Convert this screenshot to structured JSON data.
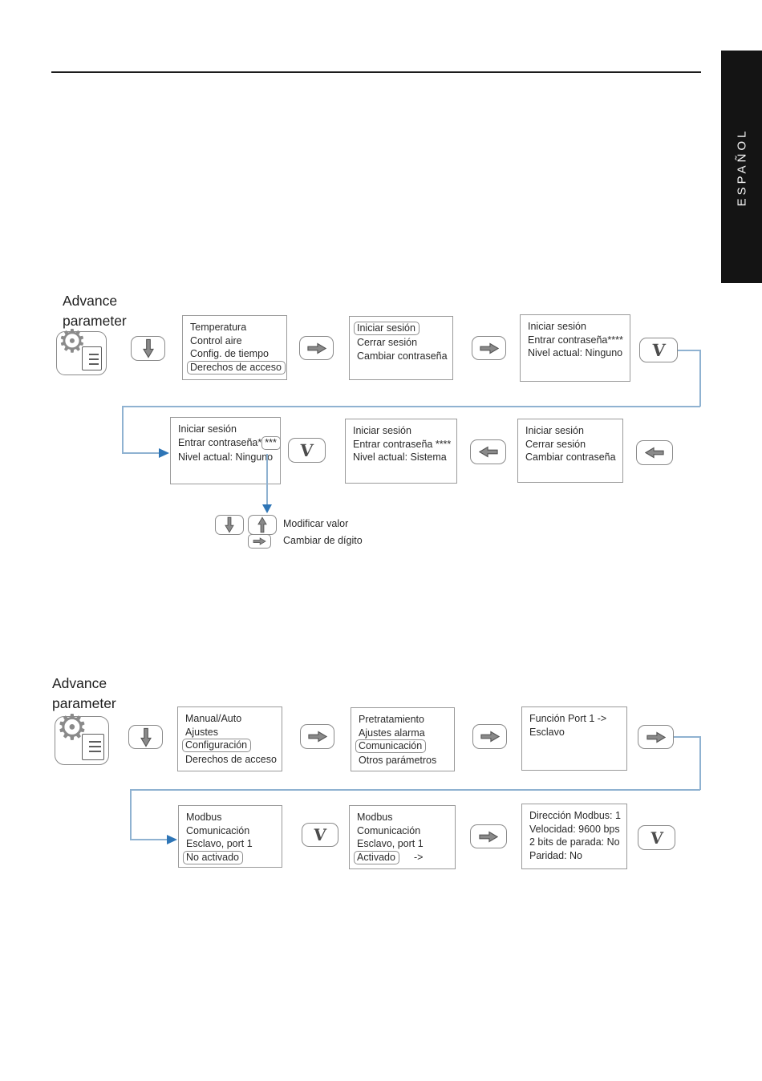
{
  "page": {
    "language_tab": "ESPAÑOL"
  },
  "icons": {
    "ok_label": "V"
  },
  "legend": {
    "modify_value": "Modificar valor",
    "change_digit": "Cambiar de dígito"
  },
  "d1": {
    "title1": "Advance",
    "title2": "parameter",
    "s1": {
      "l1": "Temperatura",
      "l2": "Control aire",
      "l3": "Config. de tiempo",
      "l4": "Derechos de acceso"
    },
    "s2": {
      "l1": "Iniciar sesión",
      "l2": "Cerrar sesión",
      "l3": "Cambiar contraseña"
    },
    "s3": {
      "l1": "Iniciar sesión",
      "l2": "Entrar contraseña****",
      "l3": "Nivel actual: Ninguno"
    },
    "s4": {
      "l1": "Iniciar sesión",
      "l2a": "Entrar contraseña*",
      "l2b": "***",
      "l3": "Nivel actual: Ninguno"
    },
    "s5": {
      "l1": "Iniciar sesión",
      "l2": "Entrar contraseña ****",
      "l3": "Nivel actual: Sistema"
    },
    "s6": {
      "l1": "Iniciar sesión",
      "l2": "Cerrar sesión",
      "l3": "Cambiar contraseña"
    }
  },
  "d2": {
    "title1": "Advance",
    "title2": "parameter",
    "s1": {
      "l1": "Manual/Auto",
      "l2": "Ajustes",
      "l3": "Configuración",
      "l4": "Derechos de acceso"
    },
    "s2": {
      "l1": "Pretratamiento",
      "l2": "Ajustes alarma",
      "l3": "Comunicación",
      "l4": "Otros parámetros"
    },
    "s3": {
      "l1": "Función Port 1  ->",
      "l2": "Esclavo"
    },
    "s4": {
      "l1": "Modbus",
      "l2": "Comunicación",
      "l3": "Esclavo, port 1",
      "l4": "No activado"
    },
    "s5": {
      "l1": "Modbus",
      "l2": "Comunicación",
      "l3": "Esclavo, port 1",
      "l4a": "Activado",
      "l4b": "->"
    },
    "s6": {
      "l1": "Dirección Modbus: 1",
      "l2": "Velocidad: 9600  bps",
      "l3": "2 bits de parada: No",
      "l4": "Paridad: No"
    }
  },
  "colors": {
    "connector": "#8fb2d1",
    "arrowhead": "#2e75b6",
    "button_arrow": "#8a8a8a",
    "tab_bg": "#141414"
  }
}
